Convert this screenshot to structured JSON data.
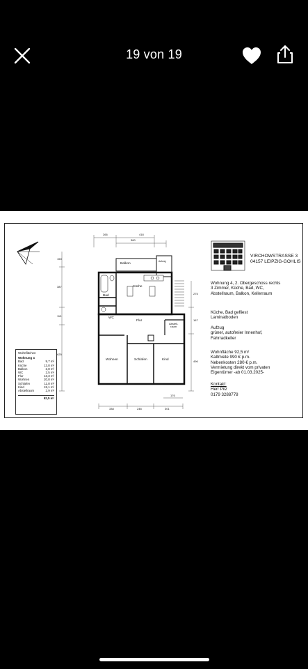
{
  "viewer": {
    "counter": "19 von 19",
    "icons": {
      "close": "close-icon",
      "like": "heart-icon",
      "share": "share-icon"
    }
  },
  "floorplan": {
    "address": {
      "street": "VIRCHOWSTRASSE 3",
      "city": "04157 LEIPZIG-GOHLIS"
    },
    "description": {
      "apartment": "Wohnung 4, 2. Obergeschoss rechts",
      "rooms": "3 Zimmer, Küche, Bad, WC,",
      "extras": "Abstellraum, Balkon, Kellerraum",
      "finish_1": "Küche, Bad gefliest",
      "finish_2": "Laminatboden",
      "amenity_1": "Aufzug",
      "amenity_2": "grüner, autofreier Innenhof,",
      "amenity_3": "Fahrradkeller",
      "size": "Wohnfläche 92,5 m²",
      "rent": "Kaltmiete 990 € p.m.",
      "costs": "Nebenkosten 280 € p.m.",
      "letting": "Vermietung direkt vom privaten",
      "owner": "Eigentümer -ab 01.03.2025-"
    },
    "contact": {
      "heading": "Kontakt:",
      "name": "Herr Pilz",
      "phone": "0179 3288778"
    },
    "areas": {
      "heading": "Wohnflächen",
      "unit": "Wohnung 4",
      "rows": [
        {
          "name": "Bad",
          "value": "9,7 m²"
        },
        {
          "name": "Küche",
          "value": "13,8 m²"
        },
        {
          "name": "Balkon",
          "value": "2,8 m²"
        },
        {
          "name": "WC",
          "value": "2,5 m²"
        },
        {
          "name": "Flur",
          "value": "13,3 m²"
        },
        {
          "name": "Wohnen",
          "value": "20,8 m²"
        },
        {
          "name": "Schlafen",
          "value": "11,8 m²"
        },
        {
          "name": "Kind",
          "value": "15,1 m²"
        },
        {
          "name": "Abstellraum",
          "value": "2,9 m²"
        }
      ],
      "total": "92,5 m²"
    },
    "room_labels": {
      "balkon": "Balkon",
      "kueche": "Küche",
      "bad": "Bad",
      "wc": "WC",
      "flur": "Flur",
      "abstell": "Abstell-",
      "abstell2": "raum",
      "wohnen": "Wohnen",
      "schlafen": "Schlafen",
      "kind": "Kind",
      "aufzug": "Aufzug"
    },
    "dimensions": {
      "top": [
        "266",
        "418",
        "360"
      ],
      "bottom": [
        "338",
        "248",
        "301",
        "176"
      ],
      "left": [
        "150",
        "387",
        "113",
        "625"
      ],
      "right": [
        "275",
        "167",
        "496"
      ]
    }
  }
}
